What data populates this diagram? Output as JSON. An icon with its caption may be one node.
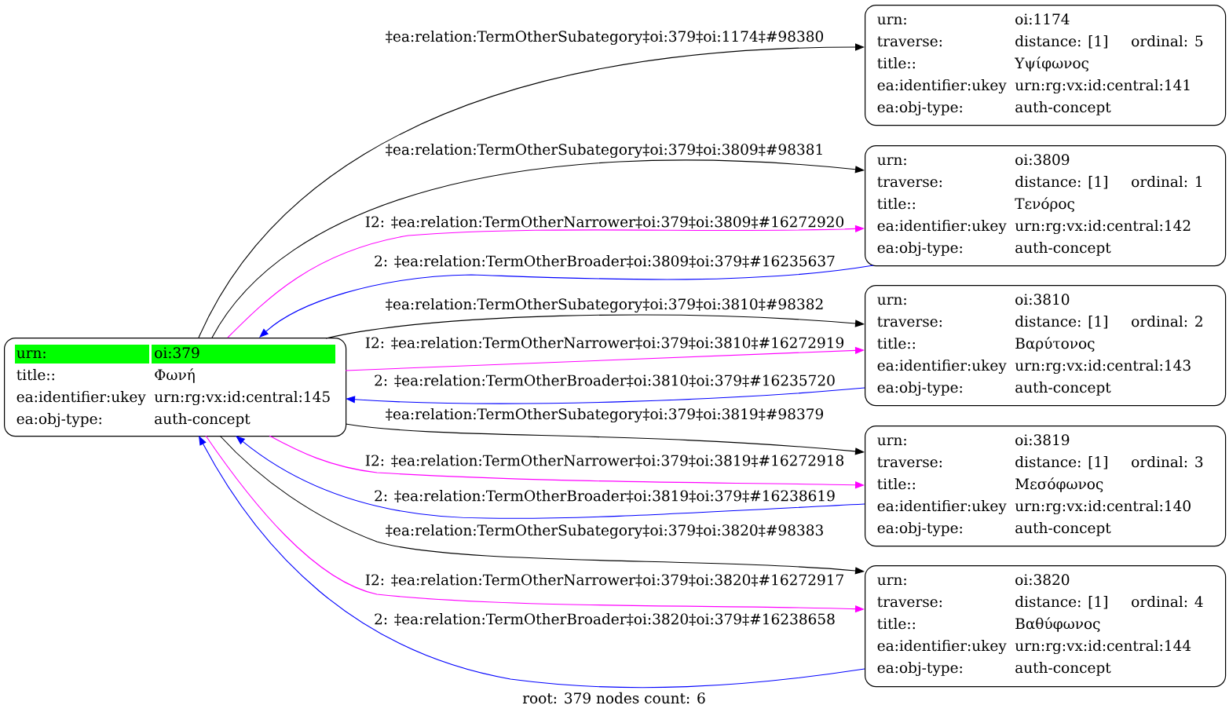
{
  "diagram": {
    "caption": "root: 379 nodes count: 6",
    "nodes": [
      {
        "text": [
          "urn:",
          "oi:379",
          "title::",
          "Φωνή",
          "ea:identifier:ukey",
          "urn:rg:vx:id:central:145",
          "ea:obj-type:",
          "auth-concept"
        ]
      },
      {
        "text": [
          "urn:",
          "oi:1174",
          "traverse:",
          "distance: [1]",
          "ordinal: 5",
          "title::",
          "Υψίφωνος",
          "ea:identifier:ukey",
          "urn:rg:vx:id:central:141",
          "ea:obj-type:",
          "auth-concept"
        ]
      },
      {
        "text": [
          "urn:",
          "oi:3809",
          "traverse:",
          "distance: [1]",
          "ordinal: 1",
          "title::",
          "Τενόρος",
          "ea:identifier:ukey",
          "urn:rg:vx:id:central:142",
          "ea:obj-type:",
          "auth-concept"
        ]
      },
      {
        "text": [
          "urn:",
          "oi:3810",
          "traverse:",
          "distance: [1]",
          "ordinal: 2",
          "title::",
          "Βαρύτονος",
          "ea:identifier:ukey",
          "urn:rg:vx:id:central:143",
          "ea:obj-type:",
          "auth-concept"
        ]
      },
      {
        "text": [
          "urn:",
          "oi:3819",
          "traverse:",
          "distance: [1]",
          "ordinal: 3",
          "title::",
          "Μεσόφωνος",
          "ea:identifier:ukey",
          "urn:rg:vx:id:central:140",
          "ea:obj-type:",
          "auth-concept"
        ]
      },
      {
        "text": [
          "urn:",
          "oi:3820",
          "traverse:",
          "distance: [1]",
          "ordinal: 4",
          "title::",
          "Βαθύφωνος",
          "ea:identifier:ukey",
          "urn:rg:vx:id:central:144",
          "ea:obj-type:",
          "auth-concept"
        ]
      }
    ],
    "edges": [
      {
        "from": 0,
        "to": 1,
        "arrow": "to",
        "label": "‡ea:relation:TermOtherSubategory‡oi:379‡oi:1174‡#98380"
      },
      {
        "from": 0,
        "to": 2,
        "arrow": "to",
        "label": "‡ea:relation:TermOtherSubategory‡oi:379‡oi:3809‡#98381"
      },
      {
        "from": 0,
        "to": 2,
        "arrow": "to",
        "label": "I2: ‡ea:relation:TermOtherNarrower‡oi:379‡oi:3809‡#16272920",
        "color": "#ff00ff"
      },
      {
        "from": 2,
        "to": 0,
        "arrow": "to",
        "label": "2: ‡ea:relation:TermOtherBroader‡oi:3809‡oi:379‡#16235637",
        "color": "#0000ff"
      },
      {
        "from": 0,
        "to": 3,
        "arrow": "to",
        "label": "‡ea:relation:TermOtherSubategory‡oi:379‡oi:3810‡#98382"
      },
      {
        "from": 0,
        "to": 3,
        "arrow": "to",
        "label": "I2: ‡ea:relation:TermOtherNarrower‡oi:379‡oi:3810‡#16272919",
        "color": "#ff00ff"
      },
      {
        "from": 3,
        "to": 0,
        "arrow": "to",
        "label": "2: ‡ea:relation:TermOtherBroader‡oi:3810‡oi:379‡#16235720",
        "color": "#0000ff"
      },
      {
        "from": 0,
        "to": 4,
        "arrow": "to",
        "label": "‡ea:relation:TermOtherSubategory‡oi:379‡oi:3819‡#98379"
      },
      {
        "from": 0,
        "to": 4,
        "arrow": "to",
        "label": "I2: ‡ea:relation:TermOtherNarrower‡oi:379‡oi:3819‡#16272918",
        "color": "#ff00ff"
      },
      {
        "from": 4,
        "to": 0,
        "arrow": "to",
        "label": "2: ‡ea:relation:TermOtherBroader‡oi:3819‡oi:379‡#16238619",
        "color": "#0000ff"
      },
      {
        "from": 0,
        "to": 5,
        "arrow": "to",
        "label": "‡ea:relation:TermOtherSubategory‡oi:379‡oi:3820‡#98383"
      },
      {
        "from": 0,
        "to": 5,
        "arrow": "to",
        "label": "I2: ‡ea:relation:TermOtherNarrower‡oi:379‡oi:3820‡#16272917",
        "color": "#ff00ff"
      },
      {
        "from": 5,
        "to": 0,
        "arrow": "to",
        "label": "2: ‡ea:relation:TermOtherBroader‡oi:3820‡oi:379‡#16238658",
        "color": "#0000ff"
      }
    ]
  }
}
